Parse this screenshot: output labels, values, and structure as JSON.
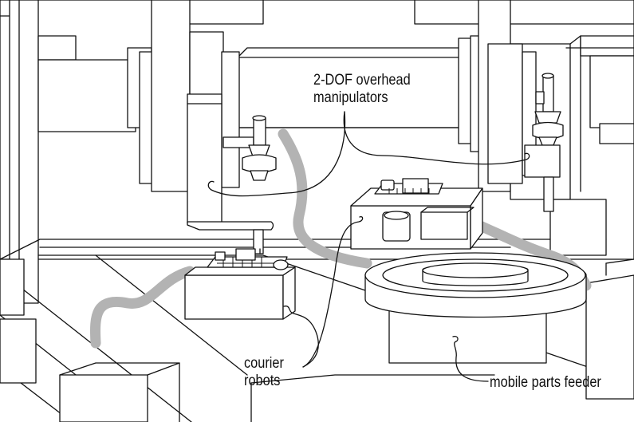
{
  "labels": {
    "manipulators_line1": "2-DOF overhead",
    "manipulators_line2": "manipulators",
    "courier_line1": "courier",
    "courier_line2": "robots",
    "feeder": "mobile parts feeder"
  },
  "colors": {
    "line": "#111111",
    "cable": "#b3b3b3",
    "background": "#ffffff"
  }
}
